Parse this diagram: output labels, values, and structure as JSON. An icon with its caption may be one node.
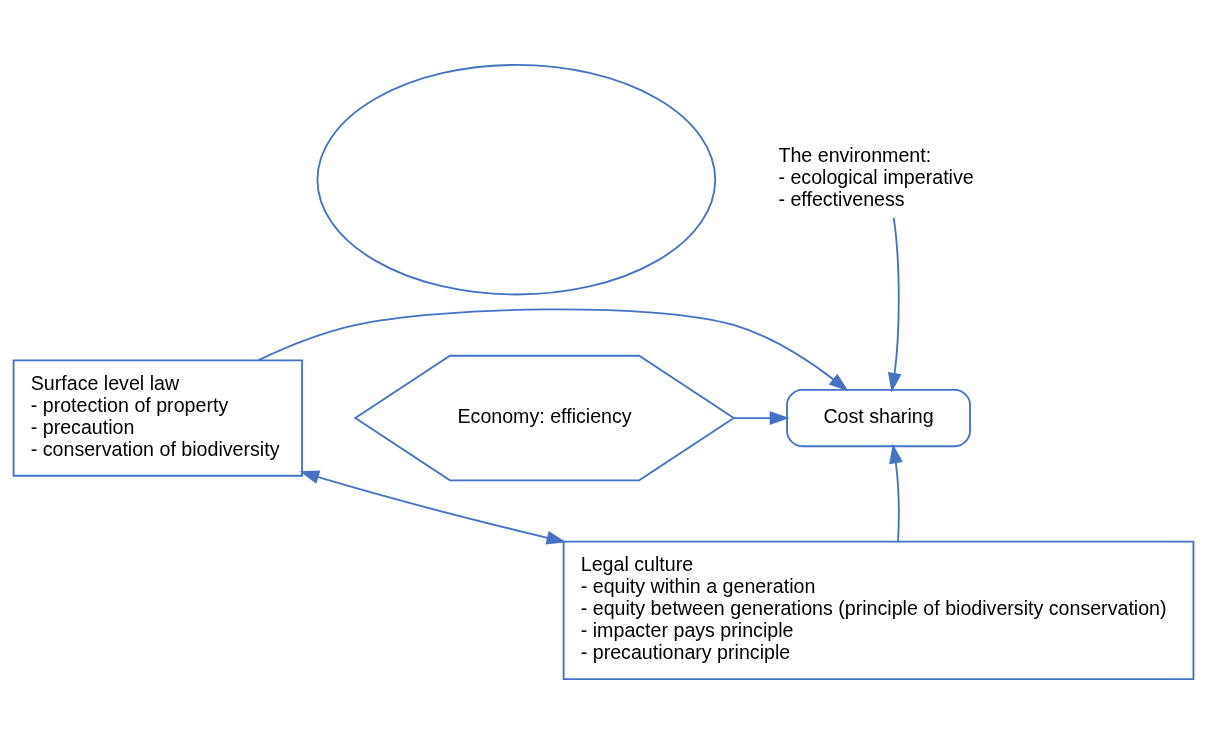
{
  "diagram": {
    "nodes": [
      {
        "text": [],
        "shape": "ellipse"
      },
      {
        "text": [
          "The environment:",
          "- ecological imperative",
          "- effectiveness"
        ]
      },
      {
        "text": [
          "Economy: efficiency"
        ]
      },
      {
        "text": [
          "Cost sharing"
        ]
      },
      {
        "text": [
          "Surface level law",
          "- protection of property",
          "- precaution",
          "- conservation of biodiversity"
        ]
      },
      {
        "text": [
          "Legal culture",
          "- equity within a generation",
          "- equity between generations (principle of biodiversity conservation)",
          "- impacter pays principle",
          "- precautionary principle"
        ]
      }
    ],
    "edges": [
      {
        "from": 1,
        "to": 3,
        "arrow": "to"
      },
      {
        "from": 2,
        "to": 3,
        "arrow": "to"
      },
      {
        "from": 4,
        "to": 3,
        "arrow": "to"
      },
      {
        "from": 5,
        "to": 3,
        "arrow": "to"
      },
      {
        "from": 4,
        "to": 5,
        "arrow": "both"
      }
    ]
  }
}
